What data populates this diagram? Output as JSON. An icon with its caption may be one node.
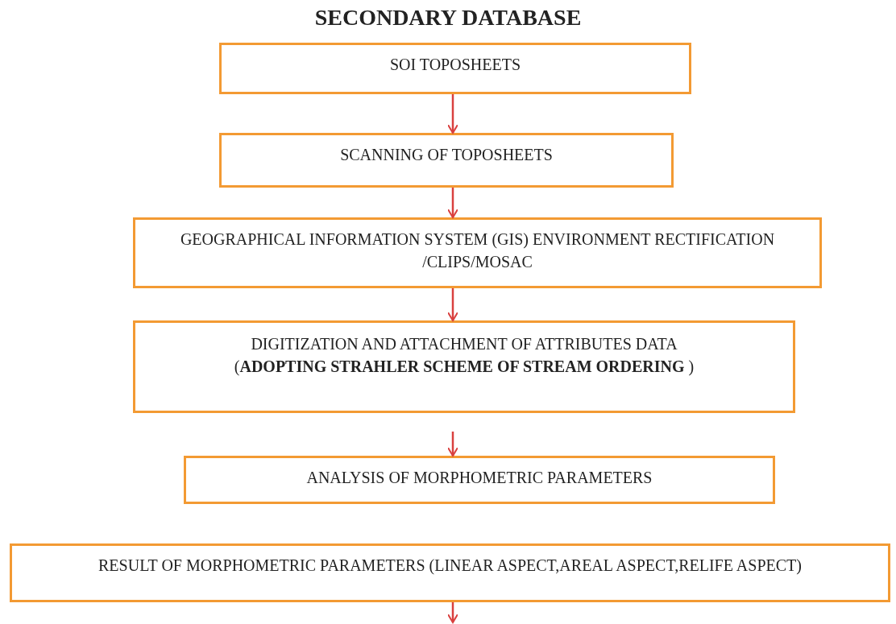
{
  "diagram": {
    "title": "SECONDARY DATABASE",
    "nodes": [
      {
        "text": [
          "SOI TOPOSHEETS"
        ]
      },
      {
        "text": [
          "SCANNING OF TOPOSHEETS"
        ]
      },
      {
        "text": [
          "GEOGRAPHICAL INFORMATION SYSTEM (GIS) ENVIRONMENT RECTIFICATION /CLIPS/MOSAC"
        ]
      },
      {
        "text": [
          "DIGITIZATION AND ATTACHMENT OF ATTRIBUTES DATA",
          "(**ADOPTING STRAHLER SCHEME OF STREAM ORDERING** )"
        ]
      },
      {
        "text": [
          "ANALYSIS OF MORPHOMETRIC PARAMETERS"
        ]
      },
      {
        "text": [
          "RESULT OF MORPHOMETRIC PARAMETERS (LINEAR ASPECT,AREAL ASPECT,RELIFE ASPECT)"
        ]
      }
    ],
    "edges": [
      {
        "from": 0,
        "to": 1,
        "arrow": "to"
      },
      {
        "from": 1,
        "to": 2,
        "arrow": "to"
      },
      {
        "from": 2,
        "to": 3,
        "arrow": "to"
      },
      {
        "from": null,
        "to": 4,
        "arrow": "to"
      },
      {
        "from": 5,
        "to": null,
        "arrow": "to"
      }
    ]
  }
}
